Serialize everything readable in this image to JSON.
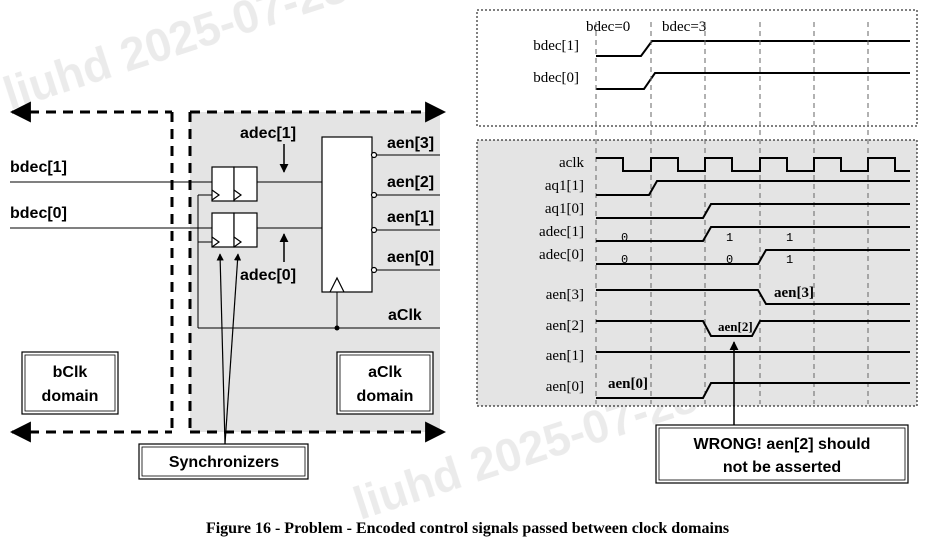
{
  "watermark": "liuhd 2025-07-28 SI",
  "circuit": {
    "input_labels": [
      "bdec[1]",
      "bdec[0]"
    ],
    "adec_labels": [
      "adec[1]",
      "adec[0]"
    ],
    "output_labels": [
      "aen[3]",
      "aen[2]",
      "aen[1]",
      "aen[0]"
    ],
    "aclk_label": "aClk",
    "bclk_domain": [
      "bClk",
      "domain"
    ],
    "aclk_domain": [
      "aClk",
      "domain"
    ],
    "synchronizers_label": "Synchronizers"
  },
  "top_waveform": {
    "annotations": [
      "bdec=0",
      "bdec=3"
    ],
    "signals": [
      "bdec[1]",
      "bdec[0]"
    ]
  },
  "bottom_waveform": {
    "signals": [
      "aclk",
      "aq1[1]",
      "aq1[0]",
      "adec[1]",
      "adec[0]",
      "aen[3]",
      "aen[2]",
      "aen[1]",
      "aen[0]"
    ],
    "adec1_values": [
      "0",
      "1",
      "1"
    ],
    "adec0_values": [
      "0",
      "0",
      "1"
    ],
    "pulse_labels": {
      "aen3": "aen[3]",
      "aen2": "aen[2]",
      "aen0": "aen[0]"
    }
  },
  "callout": [
    "WRONG! aen[2] should",
    "not be asserted"
  ],
  "caption": "Figure 16 - Problem - Encoded control signals passed between clock domains"
}
